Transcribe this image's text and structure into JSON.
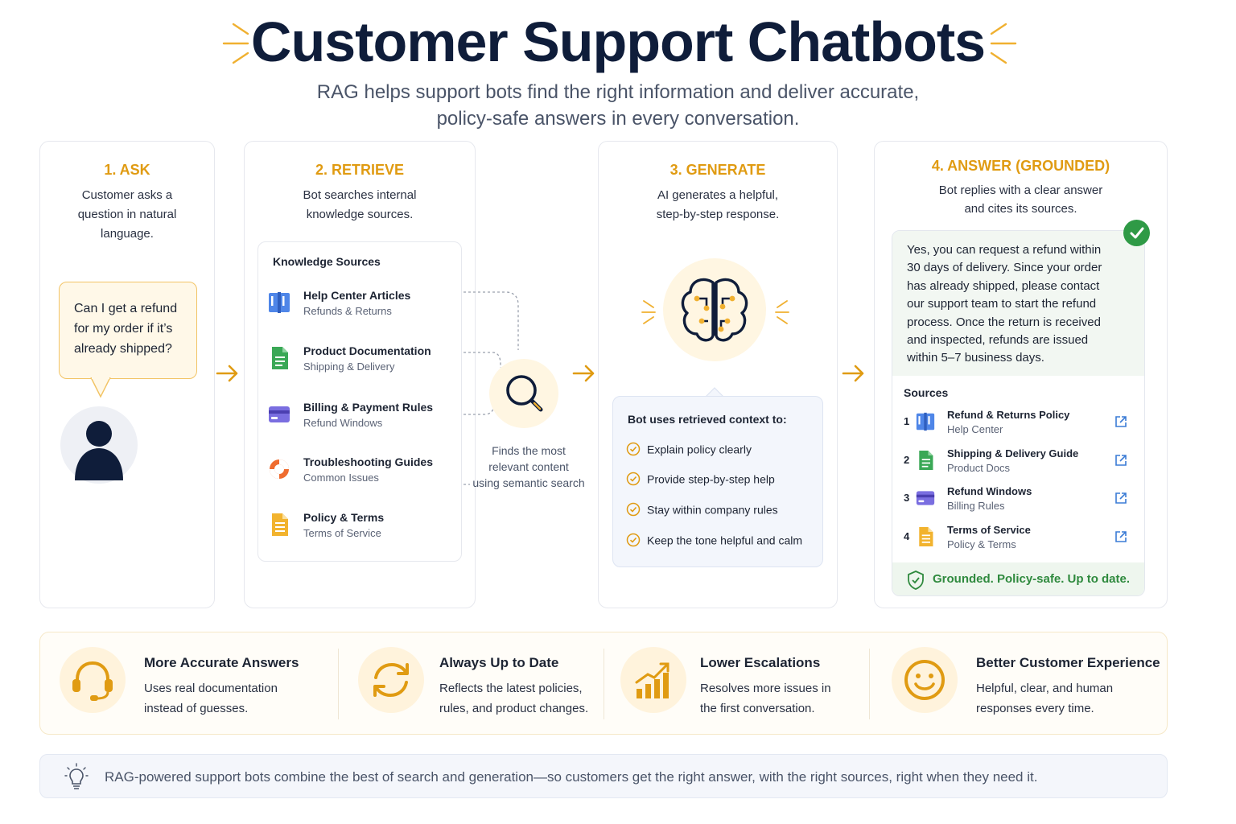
{
  "header": {
    "title": "Customer Support Chatbots",
    "subtitle_line1": "RAG helps support bots find the right information and deliver accurate,",
    "subtitle_line2": "policy-safe answers in every conversation."
  },
  "colors": {
    "accent": "#e09b12",
    "navy": "#0f1d3a",
    "success": "#2f9a46"
  },
  "steps": {
    "ask": {
      "title": "1. ASK",
      "desc_lines": [
        "Customer asks a",
        "question in natural",
        "language."
      ],
      "bubble_lines": [
        "Can I get a refund",
        "for my order if it’s",
        "already shipped?"
      ]
    },
    "retrieve": {
      "title": "2. RETRIEVE",
      "desc_lines": [
        "Bot searches internal",
        "knowledge sources."
      ],
      "panel_title": "Knowledge Sources",
      "sources": [
        {
          "name": "Help Center Articles",
          "sub": "Refunds & Returns",
          "icon": "book-icon"
        },
        {
          "name": "Product Documentation",
          "sub": "Shipping & Delivery",
          "icon": "document-icon"
        },
        {
          "name": "Billing & Payment Rules",
          "sub": "Refund Windows",
          "icon": "credit-card-icon"
        },
        {
          "name": "Troubleshooting Guides",
          "sub": "Common Issues",
          "icon": "lifebuoy-icon"
        },
        {
          "name": "Policy & Terms",
          "sub": "Terms of Service",
          "icon": "policy-document-icon"
        }
      ],
      "search_caption_lines": [
        "Finds the most",
        "relevant content",
        "using semantic search"
      ]
    },
    "generate": {
      "title": "3. GENERATE",
      "desc_lines": [
        "AI generates a helpful,",
        "step-by-step response."
      ],
      "panel_title": "Bot uses retrieved context to:",
      "items": [
        "Explain policy clearly",
        "Provide step-by-step help",
        "Stay within company rules",
        "Keep the tone helpful and calm"
      ]
    },
    "answer": {
      "title": "4. ANSWER (GROUNDED)",
      "desc_lines": [
        "Bot replies with a clear answer",
        "and cites its sources."
      ],
      "answer_lines": [
        "Yes, you can request a refund within",
        "30 days of delivery. Since your order",
        "has already shipped, please contact",
        "our support team to start the refund",
        "process. Once the return is received",
        "and inspected, refunds are issued",
        "within 5–7 business days."
      ],
      "sources_title": "Sources",
      "sources": [
        {
          "num": "1",
          "name": "Refund & Returns Policy",
          "sub": "Help Center",
          "icon": "book-icon"
        },
        {
          "num": "2",
          "name": "Shipping & Delivery Guide",
          "sub": "Product Docs",
          "icon": "document-icon"
        },
        {
          "num": "3",
          "name": "Refund Windows",
          "sub": "Billing Rules",
          "icon": "credit-card-icon"
        },
        {
          "num": "4",
          "name": "Terms of Service",
          "sub": "Policy & Terms",
          "icon": "policy-document-icon"
        }
      ],
      "grounded_label": "Grounded. Policy-safe. Up to date."
    }
  },
  "benefits": [
    {
      "title": "More Accurate Answers",
      "lines": [
        "Uses real documentation",
        "instead of guesses."
      ],
      "icon": "headset-icon"
    },
    {
      "title": "Always Up to Date",
      "lines": [
        "Reflects the latest policies,",
        "rules, and product changes."
      ],
      "icon": "refresh-icon"
    },
    {
      "title": "Lower Escalations",
      "lines": [
        "Resolves more issues in",
        "the first conversation."
      ],
      "icon": "growth-chart-icon"
    },
    {
      "title": "Better Customer Experience",
      "lines": [
        "Helpful, clear, and human",
        "responses every time."
      ],
      "icon": "smiley-icon"
    }
  ],
  "footer": {
    "text": "RAG-powered support bots combine the best of search and generation—so customers get the right answer, with the right sources, right when they need it.",
    "icon": "lightbulb-icon"
  }
}
